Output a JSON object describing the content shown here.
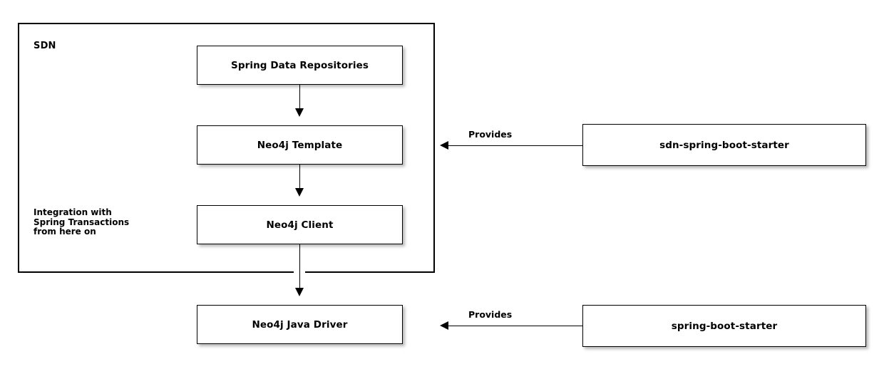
{
  "diagram": {
    "group": {
      "label": "SDN"
    },
    "notes": [
      {
        "id": "transaction-note",
        "text": "Integration with\nSpring Transactions\nfrom here on"
      }
    ],
    "nodes": [
      {
        "id": "spring-data-repositories",
        "label": "Spring Data Repositories"
      },
      {
        "id": "neo4j-template",
        "label": "Neo4j Template"
      },
      {
        "id": "neo4j-client",
        "label": "Neo4j Client"
      },
      {
        "id": "neo4j-java-driver",
        "label": "Neo4j Java Driver"
      },
      {
        "id": "sdn-spring-boot-starter",
        "label": "sdn-spring-boot-starter"
      },
      {
        "id": "spring-boot-starter",
        "label": "spring-boot-starter"
      }
    ],
    "edges": [
      {
        "id": "repositories-to-template",
        "from": "spring-data-repositories",
        "to": "neo4j-template",
        "label": ""
      },
      {
        "id": "template-to-client",
        "from": "neo4j-template",
        "to": "neo4j-client",
        "label": ""
      },
      {
        "id": "client-to-driver",
        "from": "neo4j-client",
        "to": "neo4j-java-driver",
        "label": ""
      },
      {
        "id": "sdn-starter-provides",
        "from": "sdn-spring-boot-starter",
        "to": "neo4j-template",
        "label": "Provides"
      },
      {
        "id": "boot-starter-provides",
        "from": "spring-boot-starter",
        "to": "neo4j-java-driver",
        "label": "Provides"
      }
    ],
    "colors": {
      "background": "#ffffff",
      "stroke": "#000000",
      "node_fill": "#ffffff",
      "text": "#000000"
    }
  }
}
